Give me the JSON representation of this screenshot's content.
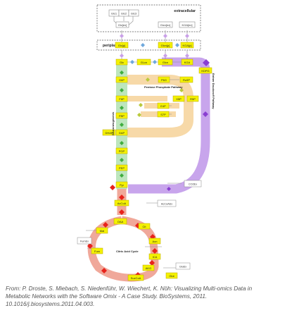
{
  "compartments": {
    "extracellular": "extracellular",
    "periplasm": "periplasm"
  },
  "nodes": {
    "glc1": "Glc1",
    "glc2": "Glc2",
    "glc3": "Glc3",
    "glc_ex": "Glc[ex]",
    "glc_ex_right": "Glcn[ex]",
    "kga_ex": "KGA[ex]",
    "glc_p": "Glc[p]",
    "glcn_p": "Glcn[p]",
    "kga_p": "KGA[p]",
    "glc": "Glc",
    "glcn_lac": "GLcn",
    "glcn": "Glcn",
    "kga": "KGA",
    "g6p": "G6P",
    "p6g": "P6G",
    "ru5p": "Ru5P",
    "f6p": "F6P",
    "x5p": "X5P",
    "s7p": "S7P",
    "e4p": "E4P",
    "fbp": "FBP",
    "dhap": "DHAP",
    "gap": "GAP",
    "pgp": "PGP",
    "pg3": "PGP",
    "pep": "PEP",
    "pyr": "Pyr",
    "accoa": "AcCoA",
    "oaa": "OAA",
    "cit": "Cit",
    "acn": "Acn",
    "mal": "Mal",
    "fum": "Fum",
    "ica": "ICA",
    "akg": "AKG",
    "succoa": "SucCoA",
    "glut": "Glut",
    "kdpg": "KDPG",
    "r5p": "R5P"
  },
  "side_labels": {
    "co2ex": "CO2Ex",
    "accoaex": "AcCoAEx",
    "fumex": "FumEx",
    "gluex": "GluEx"
  },
  "pathways": {
    "ppp": "Pentose Phosphate Pathway",
    "ed": "Entner Doudoroff Pathway",
    "gluco": "Gluconeogenesis",
    "tca": "Citric Acid Cycle"
  },
  "caption": {
    "line1": "From: P. Droste, S. Miebach, S. Niedenführ, W. Wiechert, K. Nöh: Visualizing Multi-omics Data in",
    "line2": "Metabolic Networks with the Software Omix - A Case Study. BioSystems, 2011.",
    "line3": "10.1016/j.biosystems.2011.04.003."
  },
  "colors": {
    "metabolite_fill": "#f4f100",
    "metabolite_stroke": "#b9a400",
    "reaction_red": "#e8221b",
    "reaction_green": "#3fae3f",
    "reaction_blue": "#6fa8dc",
    "reaction_violet": "#8a3fd1",
    "glycolysis_band": "#b6e3b6",
    "ppp_band": "#f7d9a8",
    "ed_band": "#c8a5ec",
    "tca_band": "#f0a89a"
  }
}
